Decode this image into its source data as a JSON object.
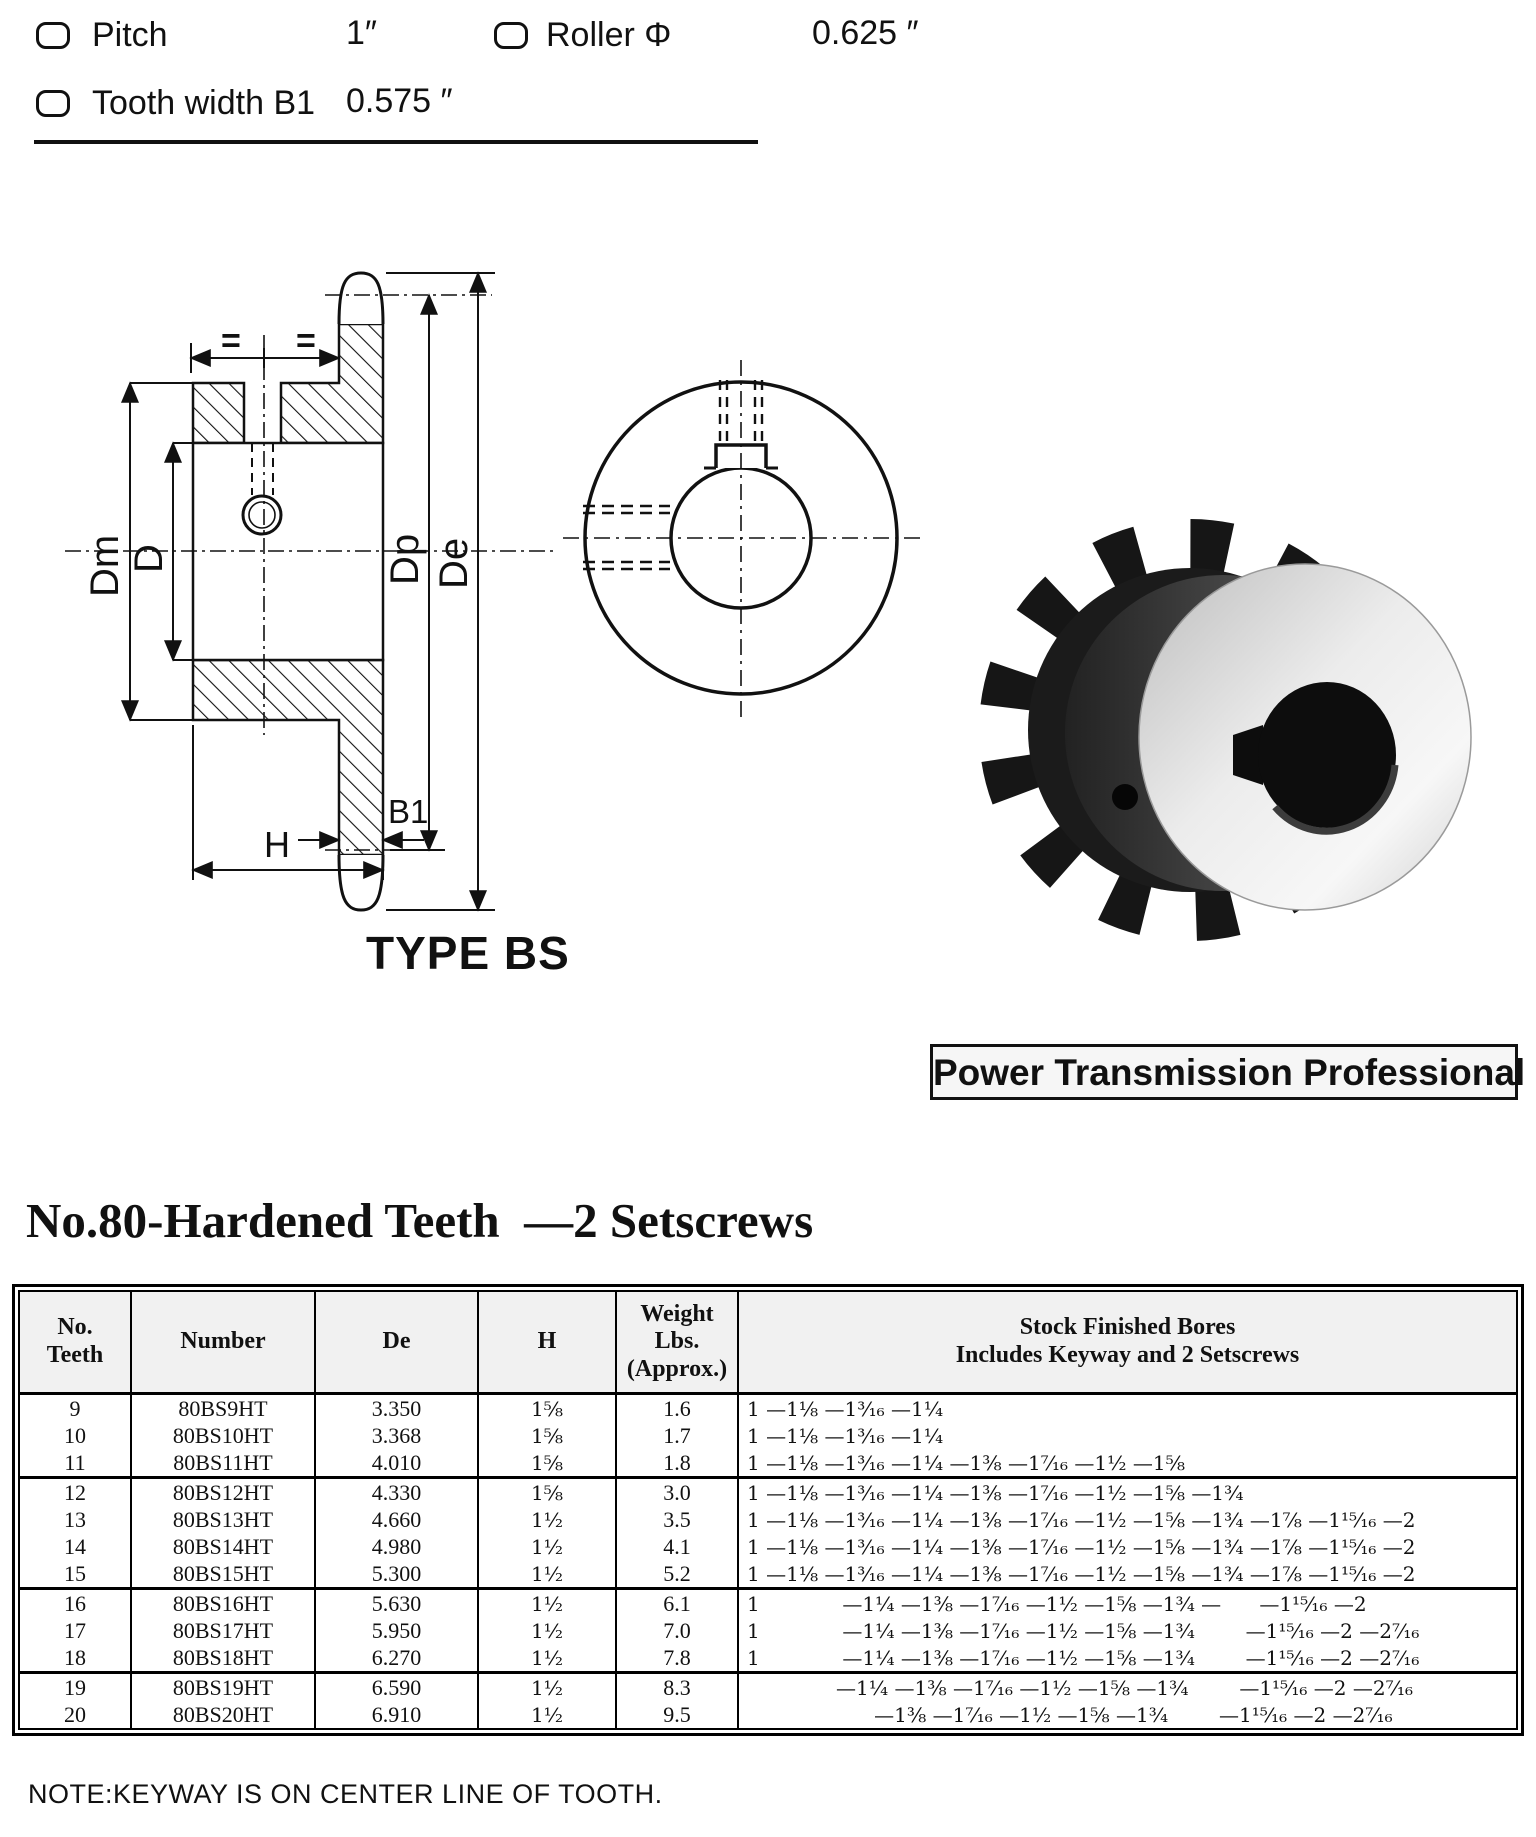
{
  "specs": {
    "pitch_label": "Pitch",
    "pitch_value": "1″",
    "roller_label": "Roller Φ",
    "roller_value": "0.625 ″",
    "tooth_width_label": "Tooth width B1",
    "tooth_width_value": "0.575 ″"
  },
  "drawing": {
    "labels": {
      "dm": "Dm",
      "d": "D",
      "dp": "Dp",
      "de": "De",
      "b1": "B1",
      "h": "H",
      "eq_left": "=",
      "eq_right": "="
    },
    "caption": "TYPE BS"
  },
  "badge": {
    "text": "Power Transmission Professional"
  },
  "section_title": "No.80-Hardened Teeth  —2 Setscrews",
  "table": {
    "headers": [
      "No.\nTeeth",
      "Number",
      "De",
      "H",
      "Weight\nLbs.\n(Approx.)",
      "Stock Finished Bores\nIncludes Keyway and 2 Setscrews"
    ],
    "rows": [
      {
        "teeth": "9",
        "number": "80BS9HT",
        "de": "3.350",
        "h": "1⅝",
        "weight": "1.6",
        "bores": "1 —1⅛ —1³⁄₁₆ —1¼"
      },
      {
        "teeth": "10",
        "number": "80BS10HT",
        "de": "3.368",
        "h": "1⅝",
        "weight": "1.7",
        "bores": "1 —1⅛ —1³⁄₁₆ —1¼"
      },
      {
        "teeth": "11",
        "number": "80BS11HT",
        "de": "4.010",
        "h": "1⅝",
        "weight": "1.8",
        "bores": "1 —1⅛ —1³⁄₁₆ —1¼ —1⅜ —1⁷⁄₁₆ —1½ —1⅝"
      },
      {
        "teeth": "12",
        "number": "80BS12HT",
        "de": "4.330",
        "h": "1⅝",
        "weight": "3.0",
        "bores": "1 —1⅛ —1³⁄₁₆ —1¼ —1⅜ —1⁷⁄₁₆ —1½ —1⅝ —1¾"
      },
      {
        "teeth": "13",
        "number": "80BS13HT",
        "de": "4.660",
        "h": "1½",
        "weight": "3.5",
        "bores": "1 —1⅛ —1³⁄₁₆ —1¼ —1⅜ —1⁷⁄₁₆ —1½ —1⅝ —1¾ —1⅞ —1¹⁵⁄₁₆ —2"
      },
      {
        "teeth": "14",
        "number": "80BS14HT",
        "de": "4.980",
        "h": "1½",
        "weight": "4.1",
        "bores": "1 —1⅛ —1³⁄₁₆ —1¼ —1⅜ —1⁷⁄₁₆ —1½ —1⅝ —1¾ —1⅞ —1¹⁵⁄₁₆ —2"
      },
      {
        "teeth": "15",
        "number": "80BS15HT",
        "de": "5.300",
        "h": "1½",
        "weight": "5.2",
        "bores": "1 —1⅛ —1³⁄₁₆ —1¼ —1⅜ —1⁷⁄₁₆ —1½ —1⅝ —1¾ —1⅞ —1¹⁵⁄₁₆ —2"
      },
      {
        "teeth": "16",
        "number": "80BS16HT",
        "de": "5.630",
        "h": "1½",
        "weight": "6.1",
        "bores": "1             —1¼ —1⅜ —1⁷⁄₁₆ —1½ —1⅝ —1¾ —      —1¹⁵⁄₁₆ —2"
      },
      {
        "teeth": "17",
        "number": "80BS17HT",
        "de": "5.950",
        "h": "1½",
        "weight": "7.0",
        "bores": "1             —1¼ —1⅜ —1⁷⁄₁₆ —1½ —1⅝ —1¾        —1¹⁵⁄₁₆ —2 —2⁷⁄₁₆"
      },
      {
        "teeth": "18",
        "number": "80BS18HT",
        "de": "6.270",
        "h": "1½",
        "weight": "7.8",
        "bores": "1             —1¼ —1⅜ —1⁷⁄₁₆ —1½ —1⅝ —1¾        —1¹⁵⁄₁₆ —2 —2⁷⁄₁₆"
      },
      {
        "teeth": "19",
        "number": "80BS19HT",
        "de": "6.590",
        "h": "1½",
        "weight": "8.3",
        "bores": "              —1¼ —1⅜ —1⁷⁄₁₆ —1½ —1⅝ —1¾        —1¹⁵⁄₁₆ —2 —2⁷⁄₁₆"
      },
      {
        "teeth": "20",
        "number": "80BS20HT",
        "de": "6.910",
        "h": "1½",
        "weight": "9.5",
        "bores": "                    —1⅜ —1⁷⁄₁₆ —1½ —1⅝ —1¾        —1¹⁵⁄₁₆ —2 —2⁷⁄₁₆"
      }
    ]
  },
  "note": "NOTE:KEYWAY IS ON CENTER LINE OF TOOTH."
}
